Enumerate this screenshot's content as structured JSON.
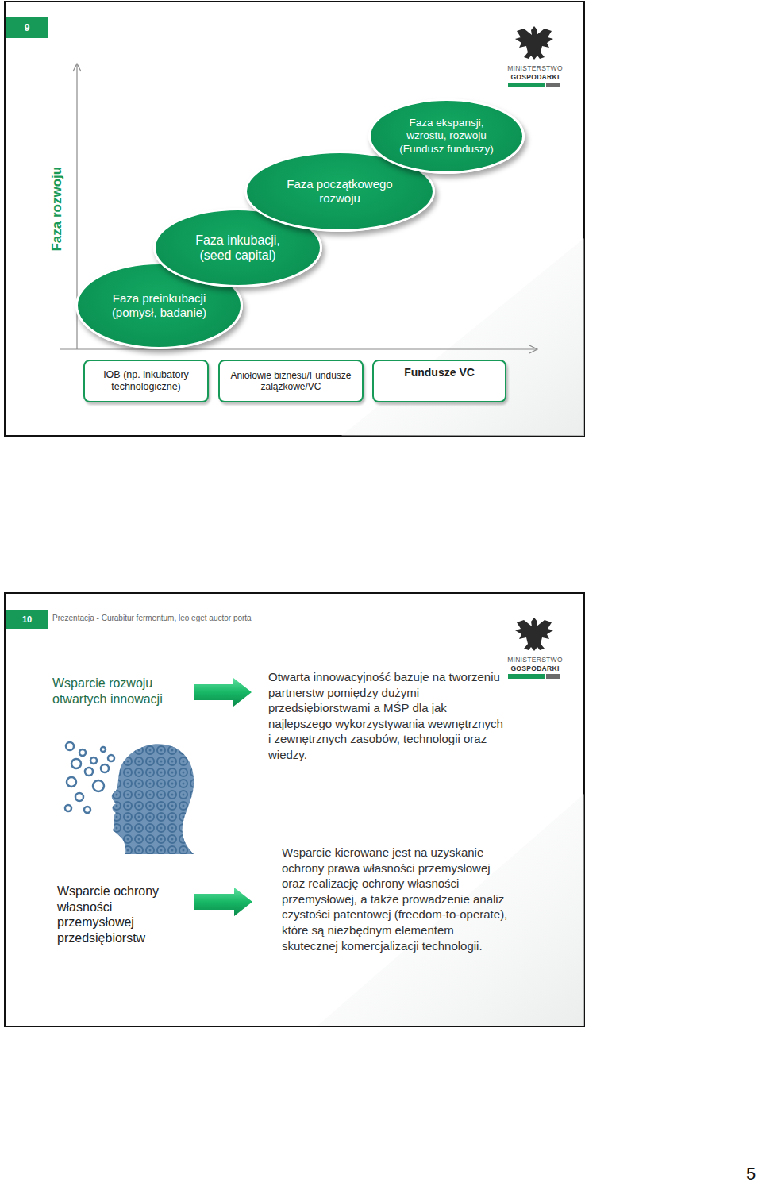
{
  "diagram": {
    "nodes": [
      {
        "text": [
          "Faza preinkubacji (pomysł, badanie)"
        ]
      },
      {
        "text": [
          "Faza inkubacji, (seed capital)"
        ]
      },
      {
        "text": [
          "Faza początkowego rozwoju"
        ]
      },
      {
        "text": [
          "Faza ekspansji, wzrostu, rozwoju (Fundusz funduszy)"
        ]
      },
      {
        "text": [
          "IOB (np. inkubatory technologiczne)"
        ]
      },
      {
        "text": [
          "Aniołowie biznesu/Fundusze zalążkowe/VC"
        ]
      },
      {
        "text": [
          "Fundusze VC"
        ]
      }
    ],
    "edges": [],
    "labels": [
      "9",
      "Faza rozwoju",
      "MINISTERSTWO",
      "GOSPODARKI",
      "10",
      "Prezentacja - Curabitur fermentum, leo eget auctor porta",
      "MINISTERSTWO",
      "GOSPODARKI",
      "Wsparcie rozwoju otwartych innowacji",
      "Otwarta innowacyjność bazuje na tworzeniu partnerstw pomiędzy dużymi przedsiębiorstwami a MŚP dla jak najlepszego wykorzystywania wewnętrznych i zewnętrznych zasobów, technologii oraz wiedzy.",
      "Wsparcie ochrony własności przemysłowej przedsiębiorstw",
      "Wsparcie kierowane jest na uzyskanie ochrony prawa własności przemysłowej oraz realizację ochrony własności przemysłowej, a także prowadzenie analiz czystości patentowej (freedom-to-operate), które są niezbędnym elementem skutecznej komercjalizacji technologii.",
      "5"
    ]
  }
}
